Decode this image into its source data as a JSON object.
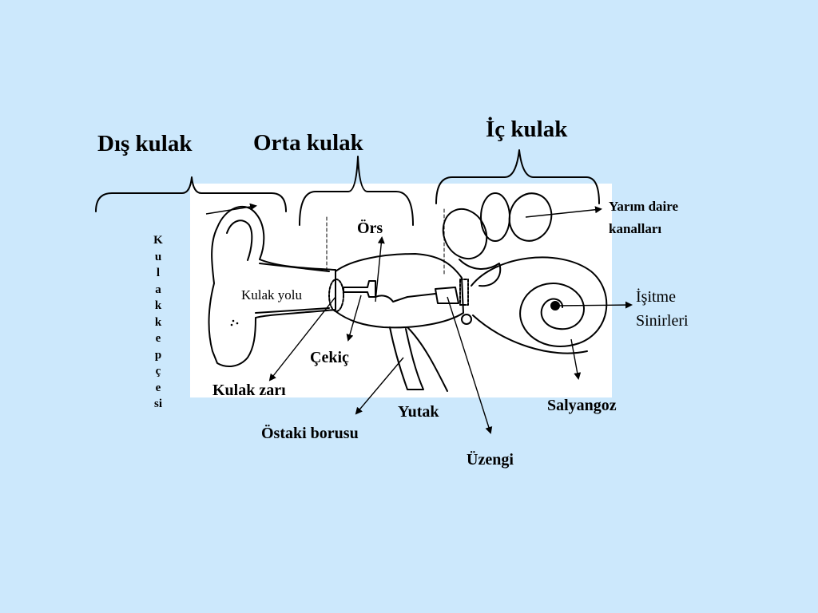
{
  "colors": {
    "background": "#cce8fc",
    "diagram_background": "#ffffff",
    "ink": "#000000"
  },
  "sections": {
    "outer": "Dış kulak",
    "middle": "Orta kulak",
    "inner": "İç kulak"
  },
  "labels": {
    "semicircular": [
      "Yarım daire",
      "kanalları"
    ],
    "nerves": [
      "İşitme",
      "Sinirleri"
    ],
    "ear_canal": "Kulak yolu",
    "anvil": "Örs",
    "hammer": "Çekiç",
    "eardrum": "Kulak zarı",
    "eustachian": "Östaki borusu",
    "pharynx": "Yutak",
    "stirrup": "Üzengi",
    "cochlea": "Salyangoz",
    "pinna": [
      "K",
      "u",
      "l",
      "a",
      "k",
      "k",
      "e",
      "p",
      "ç",
      "e",
      "si"
    ]
  }
}
